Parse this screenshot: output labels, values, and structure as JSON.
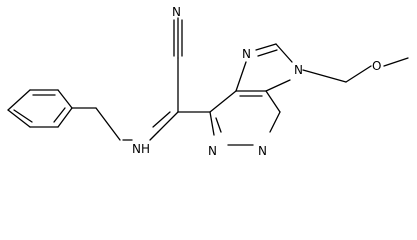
{
  "molecule": {
    "atoms": {
      "nitrile_n": "N",
      "imidazole_n7": "N",
      "imidazole_n9": "N",
      "pyrimidine_n1": "N",
      "pyrimidine_n3": "N",
      "methoxy_o": "O",
      "amine_nh": "NH"
    }
  }
}
